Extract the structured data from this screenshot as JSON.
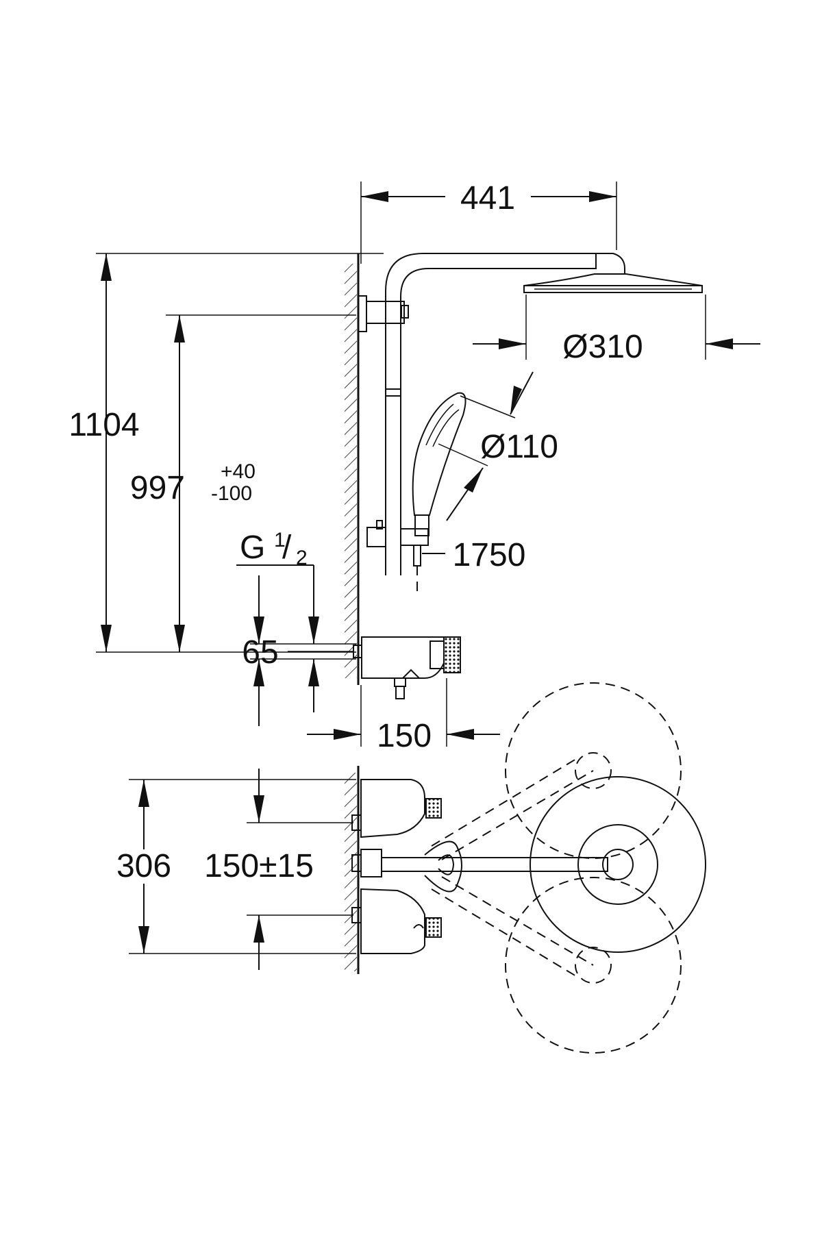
{
  "dimensions": {
    "width_441": "441",
    "head_dia": "Ø310",
    "hand_dia": "Ø110",
    "hose": "1750",
    "total_height": "1104",
    "bar_height": "997",
    "bar_tol_plus": "+40",
    "bar_tol_minus": "-100",
    "thread_g": "G",
    "thread_num": "1",
    "thread_den": "2",
    "thread_slash": "/",
    "inlet_65": "65",
    "depth_150": "150",
    "plan_306": "306",
    "plan_centers": "150±15"
  },
  "colors": {
    "line": "#111111",
    "background": "#ffffff"
  }
}
